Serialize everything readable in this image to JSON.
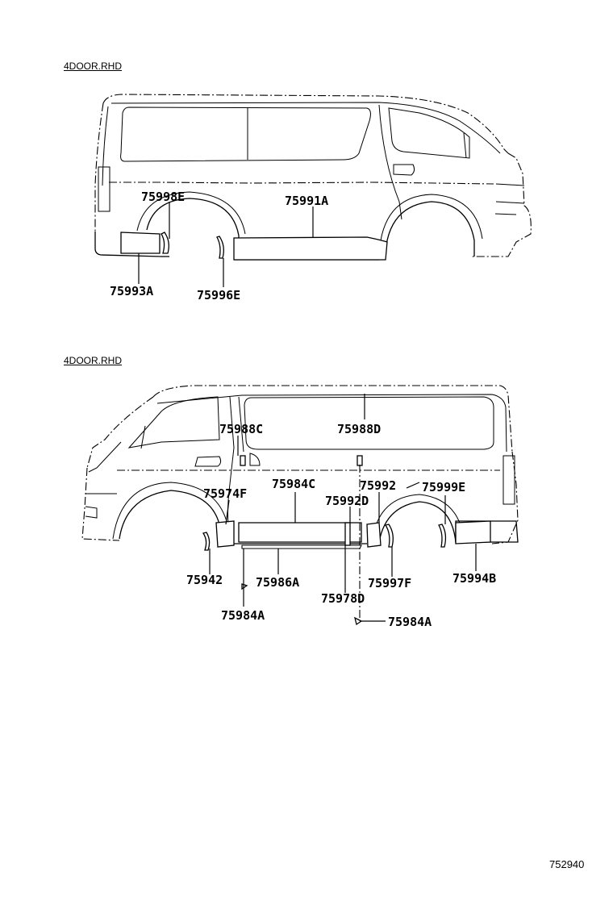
{
  "diagram_top": {
    "caption": "4DOOR.RHD",
    "labels": {
      "p75998E": "75998E",
      "p75991A": "75991A",
      "p75993A": "75993A",
      "p75996E": "75996E"
    }
  },
  "diagram_bottom": {
    "caption": "4DOOR.RHD",
    "labels": {
      "p75988C": "75988C",
      "p75988D": "75988D",
      "p75974F": "75974F",
      "p75984C": "75984C",
      "p75992": "75992",
      "p75999E": "75999E",
      "p75992D": "75992D",
      "p75942": "75942",
      "p75986A": "75986A",
      "p75978D": "75978D",
      "p75997F": "75997F",
      "p75994B": "75994B",
      "p75984A_left": "75984A",
      "p75984A_right": "75984A"
    }
  },
  "drawing_number": "752940"
}
